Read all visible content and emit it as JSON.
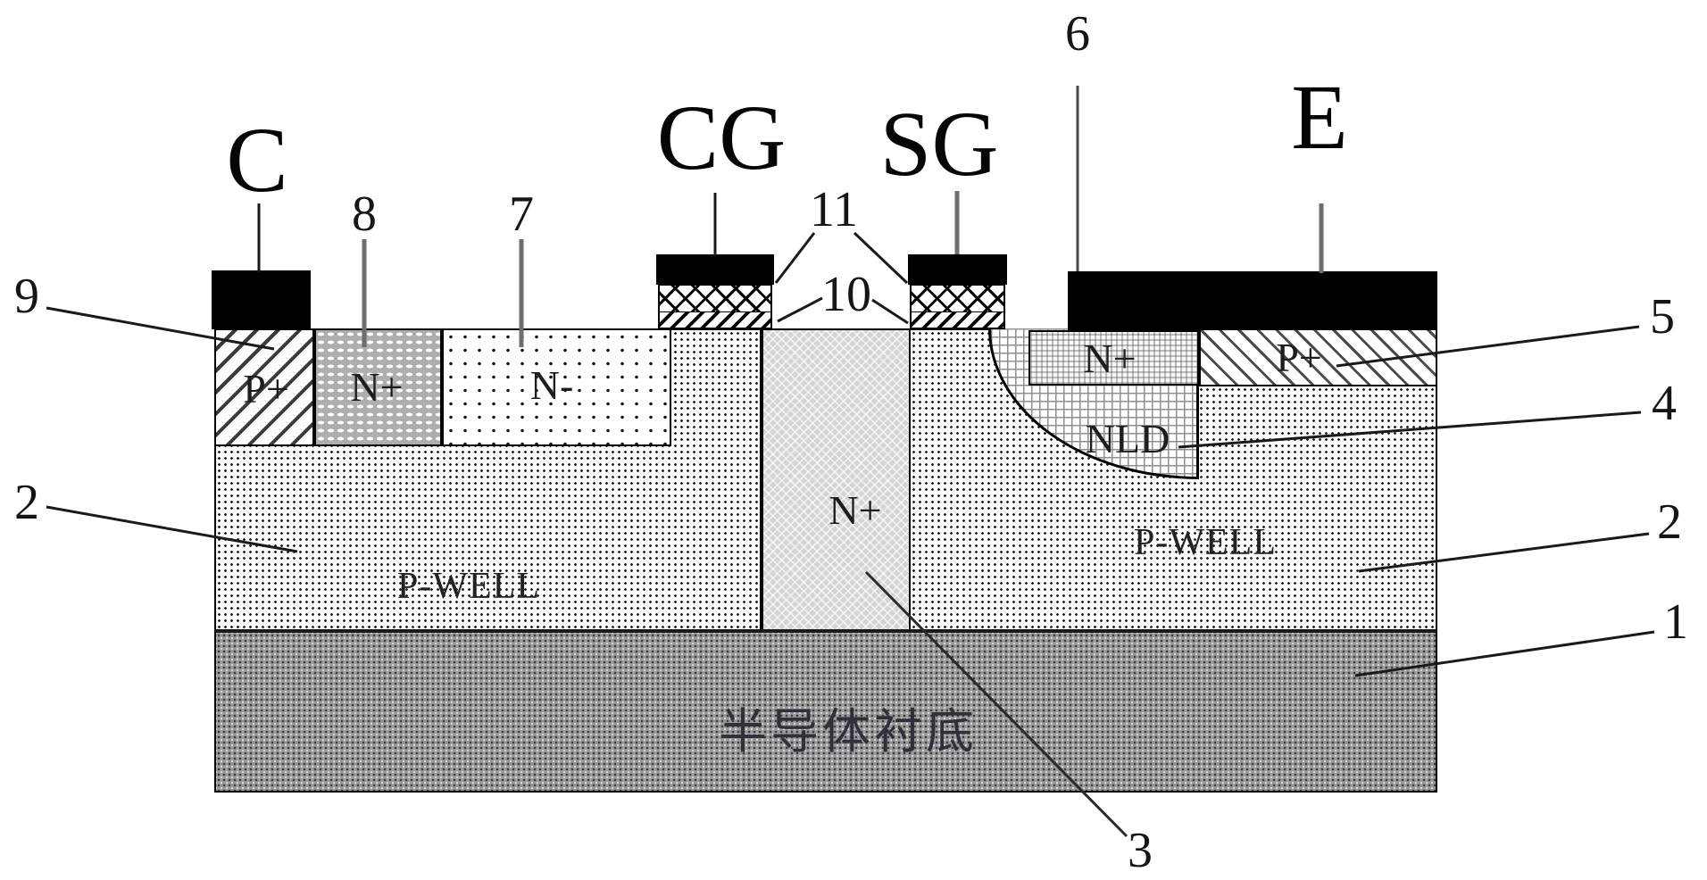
{
  "figure": {
    "kind": "semiconductor device cross-section (patent figure)",
    "terminals": {
      "collector": "C",
      "control_gate": "CG",
      "select_gate": "SG",
      "emitter": "E"
    },
    "regions": {
      "p_plus_left": "P+",
      "n_plus_left": "N+",
      "n_minus": "N-",
      "n_plus_center": "N+",
      "nld": "NLD",
      "n_plus_emitter": "N+",
      "p_plus_emitter": "P+",
      "p_well_left": "P-WELL",
      "p_well_right": "P-WELL",
      "substrate": "半导体衬底"
    },
    "reference_numbers": {
      "n1": "1",
      "n2_left": "2",
      "n2_right": "2",
      "n3": "3",
      "n4": "4",
      "n5": "5",
      "n6": "6",
      "n7": "7",
      "n8": "8",
      "n9": "9",
      "n10": "10",
      "n11": "11"
    },
    "colors": {
      "electrode": "#000000",
      "substrate_gray": "#999999",
      "n_plus_gray": "#aeaeae",
      "n_plus_column_gray": "#d5d5d5",
      "background": "#ffffff",
      "line": "#000000"
    }
  }
}
